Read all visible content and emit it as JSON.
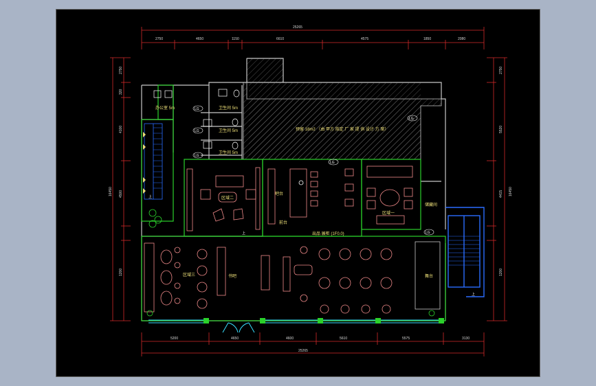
{
  "colors": {
    "background": "#a9b4c6",
    "sheet": "#000000",
    "dimension_line": "#d42a2a",
    "wall": "#c8c8c8",
    "furniture": "#f08a8a",
    "fixture": "#ffffff",
    "stair": "#2a6cff",
    "green_line": "#2bd12b",
    "cyan": "#38e0ff",
    "label": "#f0e27a"
  },
  "dimensions": {
    "top_total": "25265",
    "top_segments": [
      "2750",
      "4650",
      "1150",
      "6610",
      "4575",
      "1850",
      "2080"
    ],
    "bottom_total": "25265",
    "bottom_segments": [
      "5200",
      "4650",
      "4600",
      "5610",
      "5575",
      "3130"
    ],
    "left_total": "16450",
    "left_segments": [
      "2750",
      "320",
      "4100",
      "4500",
      "1200"
    ],
    "right_total": "16450",
    "right_segments": [
      "2750",
      "5520",
      "4415",
      "1200"
    ]
  },
  "rooms": {
    "office": "办公室 5m",
    "toilet_1": "卫生间 5m",
    "toilet_2": "卫生间 5m",
    "toilet_3": "卫生间 5m",
    "hatched_area": "预留 18m2 （由 甲方 指定 厂 家 提 供 设计 方 案）",
    "zone_two": "区域二",
    "zone_one": "区域一",
    "zone_three": "区域三",
    "bar": "吧台",
    "front_desk": "前台",
    "storage": "储藏间",
    "stage": "舞台",
    "reading": "书吧",
    "entrance_label": "出品 展柜 (1F0.0)",
    "tag_1": "LG",
    "tag_2": "LG",
    "tag_3": "LG",
    "tag_4": "LG",
    "tag_5": "LG",
    "tag_6": "LG",
    "up_1": "上",
    "up_2": "上",
    "up_3": "上"
  }
}
